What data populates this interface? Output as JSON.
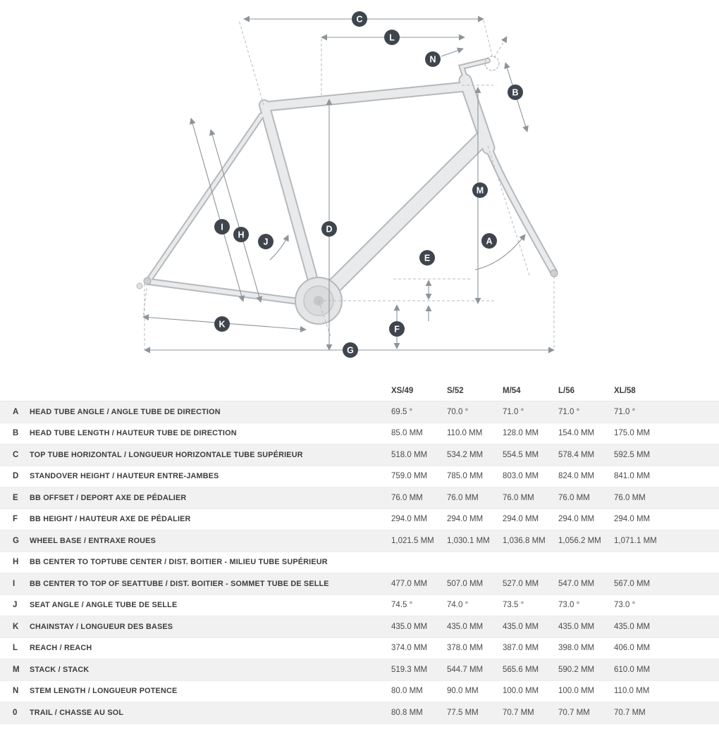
{
  "diagram": {
    "badges": [
      {
        "id": "C",
        "label": "C"
      },
      {
        "id": "L",
        "label": "L"
      },
      {
        "id": "N",
        "label": "N"
      },
      {
        "id": "B",
        "label": "B"
      },
      {
        "id": "M",
        "label": "M"
      },
      {
        "id": "A",
        "label": "A"
      },
      {
        "id": "E",
        "label": "E"
      },
      {
        "id": "I",
        "label": "I"
      },
      {
        "id": "H",
        "label": "H"
      },
      {
        "id": "J",
        "label": "J"
      },
      {
        "id": "D",
        "label": "D"
      },
      {
        "id": "K",
        "label": "K"
      },
      {
        "id": "F",
        "label": "F"
      },
      {
        "id": "G",
        "label": "G"
      }
    ]
  },
  "table": {
    "size_headers": [
      "XS/49",
      "S/52",
      "M/54",
      "L/56",
      "XL/58"
    ],
    "rows": [
      {
        "letter": "A",
        "label": "HEAD TUBE ANGLE / ANGLE TUBE DE DIRECTION",
        "values": [
          "69.5 °",
          "70.0 °",
          "71.0 °",
          "71.0 °",
          "71.0 °"
        ]
      },
      {
        "letter": "B",
        "label": "HEAD TUBE LENGTH / HAUTEUR TUBE DE DIRECTION",
        "values": [
          "85.0 MM",
          "110.0 MM",
          "128.0 MM",
          "154.0 MM",
          "175.0 MM"
        ]
      },
      {
        "letter": "C",
        "label": "TOP TUBE HORIZONTAL / LONGUEUR HORIZONTALE TUBE SUPÉRIEUR",
        "values": [
          "518.0 MM",
          "534.2 MM",
          "554.5 MM",
          "578.4 MM",
          "592.5 MM"
        ]
      },
      {
        "letter": "D",
        "label": "STANDOVER HEIGHT / HAUTEUR ENTRE-JAMBES",
        "values": [
          "759.0 MM",
          "785.0 MM",
          "803.0 MM",
          "824.0 MM",
          "841.0 MM"
        ]
      },
      {
        "letter": "E",
        "label": "BB OFFSET / DEPORT AXE DE PÉDALIER",
        "values": [
          "76.0 MM",
          "76.0 MM",
          "76.0 MM",
          "76.0 MM",
          "76.0 MM"
        ]
      },
      {
        "letter": "F",
        "label": "BB HEIGHT / HAUTEUR AXE DE PÉDALIER",
        "values": [
          "294.0 MM",
          "294.0 MM",
          "294.0 MM",
          "294.0 MM",
          "294.0 MM"
        ]
      },
      {
        "letter": "G",
        "label": "WHEEL BASE / ENTRAXE ROUES",
        "values": [
          "1,021.5 MM",
          "1,030.1 MM",
          "1,036.8 MM",
          "1,056.2 MM",
          "1,071.1 MM"
        ]
      },
      {
        "letter": "H",
        "label": "BB CENTER TO TOPTUBE CENTER / DIST. BOITIER - MILIEU TUBE SUPÉRIEUR",
        "values": [
          "",
          "",
          "",
          "",
          ""
        ]
      },
      {
        "letter": "I",
        "label": "BB CENTER TO TOP OF SEATTUBE / DIST. BOITIER - SOMMET TUBE DE SELLE",
        "values": [
          "477.0 MM",
          "507.0 MM",
          "527.0 MM",
          "547.0 MM",
          "567.0 MM"
        ]
      },
      {
        "letter": "J",
        "label": "SEAT ANGLE / ANGLE TUBE DE SELLE",
        "values": [
          "74.5 °",
          "74.0 °",
          "73.5 °",
          "73.0 °",
          "73.0 °"
        ]
      },
      {
        "letter": "K",
        "label": "CHAINSTAY / LONGUEUR DES BASES",
        "values": [
          "435.0 MM",
          "435.0 MM",
          "435.0 MM",
          "435.0 MM",
          "435.0 MM"
        ]
      },
      {
        "letter": "L",
        "label": "REACH / REACH",
        "values": [
          "374.0 MM",
          "378.0 MM",
          "387.0 MM",
          "398.0 MM",
          "406.0 MM"
        ]
      },
      {
        "letter": "M",
        "label": "STACK / STACK",
        "values": [
          "519.3 MM",
          "544.7 MM",
          "565.6 MM",
          "590.2 MM",
          "610.0 MM"
        ]
      },
      {
        "letter": "N",
        "label": "STEM LENGTH / LONGUEUR POTENCE",
        "values": [
          "80.0 MM",
          "90.0 MM",
          "100.0 MM",
          "100.0 MM",
          "110.0 MM"
        ]
      },
      {
        "letter": "0",
        "label": "TRAIL / CHASSE AU SOL",
        "values": [
          "80.8 MM",
          "77.5 MM",
          "70.7 MM",
          "70.7 MM",
          "70.7 MM"
        ]
      }
    ]
  }
}
